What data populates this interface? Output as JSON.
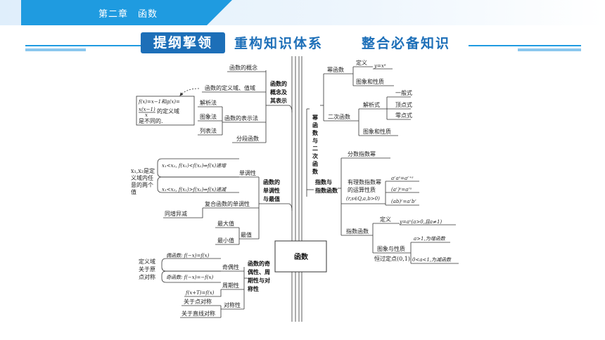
{
  "header": {
    "chapter": "第二章　函数"
  },
  "section": {
    "badge": "提纲挈领",
    "title1": "重构知识体系",
    "title2": "整合必备知识"
  },
  "center": "函数",
  "left": {
    "group1": {
      "label_lines": [
        "函数的",
        "概念及",
        "其表示"
      ],
      "items": [
        "函数的概念",
        "函数的定义域、值域",
        "函数的表示法",
        "分段函数"
      ],
      "methods": [
        "解析法",
        "图象法",
        "列表法"
      ],
      "note_lines": [
        "f(x)=x−1和g(x)=",
        "x(x−1)",
        "x",
        "的定义域",
        "是不同的."
      ]
    },
    "group2": {
      "label_lines": [
        "函数的",
        "单调性",
        "与最值"
      ],
      "mono": "单调性",
      "inc": "x₁<x₂, f(x₁)<f(x₂)⇒f(x)递增",
      "dec": "x₁<x₂, f(x₁)>f(x₂)⇒f(x)递减",
      "note_lines": [
        "x₁,x₂是定",
        "义域内任",
        "意的两个",
        "值"
      ],
      "composite": "复合函数的单调性",
      "rule": "同增异减",
      "extreme": "最值",
      "max": "最大值",
      "min": "最小值"
    },
    "group3": {
      "label_lines": [
        "函数的奇",
        "偶性、周",
        "期性与对",
        "称性"
      ],
      "parity": "奇偶性",
      "even": "偶函数: f(−x)=f(x)",
      "odd": "奇函数: f(−x)=−f(x)",
      "note_lines": [
        "定义域",
        "关于原",
        "点对称"
      ],
      "period": "周期性",
      "period_def": "f(x+T)=f(x)",
      "symmetry": "对称性",
      "sym_point": "关于点对称",
      "sym_line": "关于直线对称"
    }
  },
  "right": {
    "vertical_label": "幂函数与二次函数",
    "power": {
      "label": "幂函数",
      "def": "定义",
      "formula": "y=xᵅ",
      "graph": "图象和性质"
    },
    "quad": {
      "label": "二次函数",
      "analytic": "解析式",
      "forms": [
        "一般式",
        "顶点式",
        "零点式"
      ],
      "graph": "图象和性质"
    },
    "expo": {
      "label_lines": [
        "指数与",
        "指数函数"
      ],
      "frac": "分数指数幂",
      "rat_lines": [
        "有理数指数幂",
        "的运算性质",
        "(r,s∈Q,a,b>0)"
      ],
      "rules": [
        "aʳaˢ=aʳ⁺ˢ",
        "(aʳ)ˢ=aʳˢ",
        "(ab)ʳ=aʳbʳ"
      ],
      "func": "指数函数",
      "def": "定义",
      "def_formula": "y=aˣ(a>0,且a≠1)",
      "graph": "图象与性质",
      "fixed": "恒过定点(0,1)",
      "gt1": "a>1,为增函数",
      "lt1": "0<a<1,为减函数"
    }
  }
}
